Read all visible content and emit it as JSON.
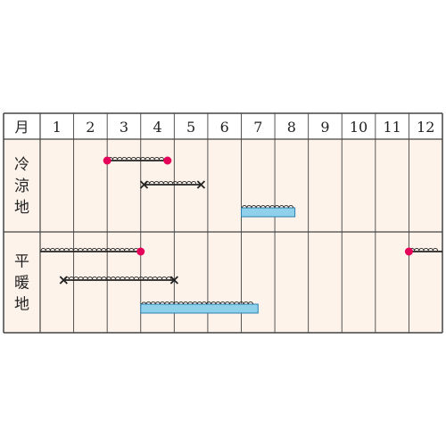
{
  "chart_data": {
    "type": "gantt",
    "header_label": "月",
    "months": [
      "1",
      "2",
      "3",
      "4",
      "5",
      "6",
      "7",
      "8",
      "9",
      "10",
      "11",
      "12"
    ],
    "regions": [
      {
        "label": "冷涼地",
        "rows": [
          {
            "kind": "sowing",
            "start_marker": "dot",
            "end_marker": "dot",
            "start": 3.0,
            "end": 4.8
          },
          {
            "kind": "planting",
            "start_marker": "cross",
            "end_marker": "cross",
            "start": 4.1,
            "end": 5.8
          },
          {
            "kind": "harvest",
            "start_marker": "none",
            "end_marker": "none",
            "start": 7.0,
            "end": 8.6
          }
        ]
      },
      {
        "label": "平暖地",
        "rows": [
          {
            "kind": "sowing",
            "start_marker": "none",
            "end_marker": "dot",
            "start": 1.0,
            "end": 4.0
          },
          {
            "kind": "sowing",
            "start_marker": "dot",
            "end_marker": "none",
            "start": 12.0,
            "end": 13.0
          },
          {
            "kind": "planting",
            "start_marker": "cross",
            "end_marker": "cross",
            "start": 1.7,
            "end": 5.0
          },
          {
            "kind": "harvest",
            "start_marker": "none",
            "end_marker": "none",
            "start": 4.0,
            "end": 7.5
          }
        ]
      }
    ],
    "colors": {
      "background": "#fdf3ea",
      "header_bg": "#ffffff",
      "grid": "#444444",
      "line": "#222222",
      "dot": "#e5005a",
      "harvest_fill": "#8fd0ea",
      "harvest_stroke": "#2b7fb0"
    }
  }
}
